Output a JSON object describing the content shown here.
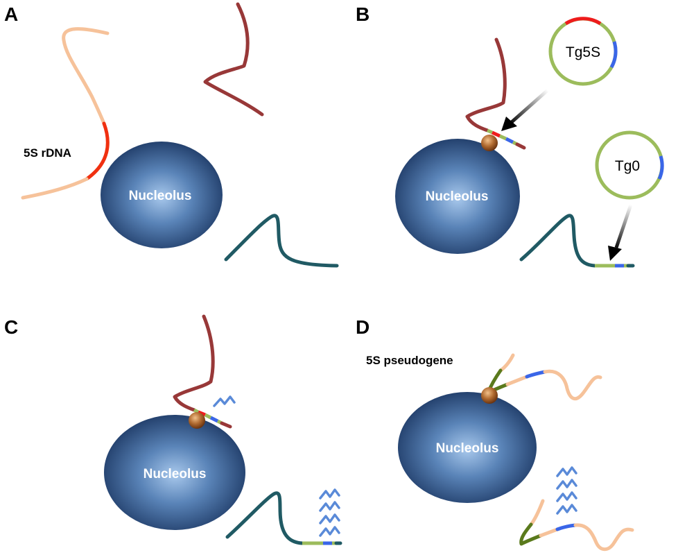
{
  "panels": {
    "a": {
      "letter": "A",
      "nucleolus_label": "Nucleolus",
      "gene_label": "5S rDNA"
    },
    "b": {
      "letter": "B",
      "nucleolus_label": "Nucleolus",
      "plasmid_1": "Tg5S",
      "plasmid_2": "Tg0"
    },
    "c": {
      "letter": "C",
      "nucleolus_label": "Nucleolus"
    },
    "d": {
      "letter": "D",
      "nucleolus_label": "Nucleolus",
      "gene_label": "5S pseudogene"
    }
  },
  "colors": {
    "nucleolus_center": "#a8c8ec",
    "nucleolus_edge": "#1e3a66",
    "chromosome_peach": "#f6c29a",
    "chromosome_red": "#f03010",
    "chromosome_maroon": "#983838",
    "chromosome_teal": "#205a64",
    "plasmid_green": "#9cbc5c",
    "insert_red": "#ee1c1c",
    "insert_blue": "#3a66e8",
    "dark_green": "#5a7a1c",
    "rna_wave": "#5a8ad8",
    "anchor_sphere": "#b06a30",
    "arrow": "#000000"
  }
}
